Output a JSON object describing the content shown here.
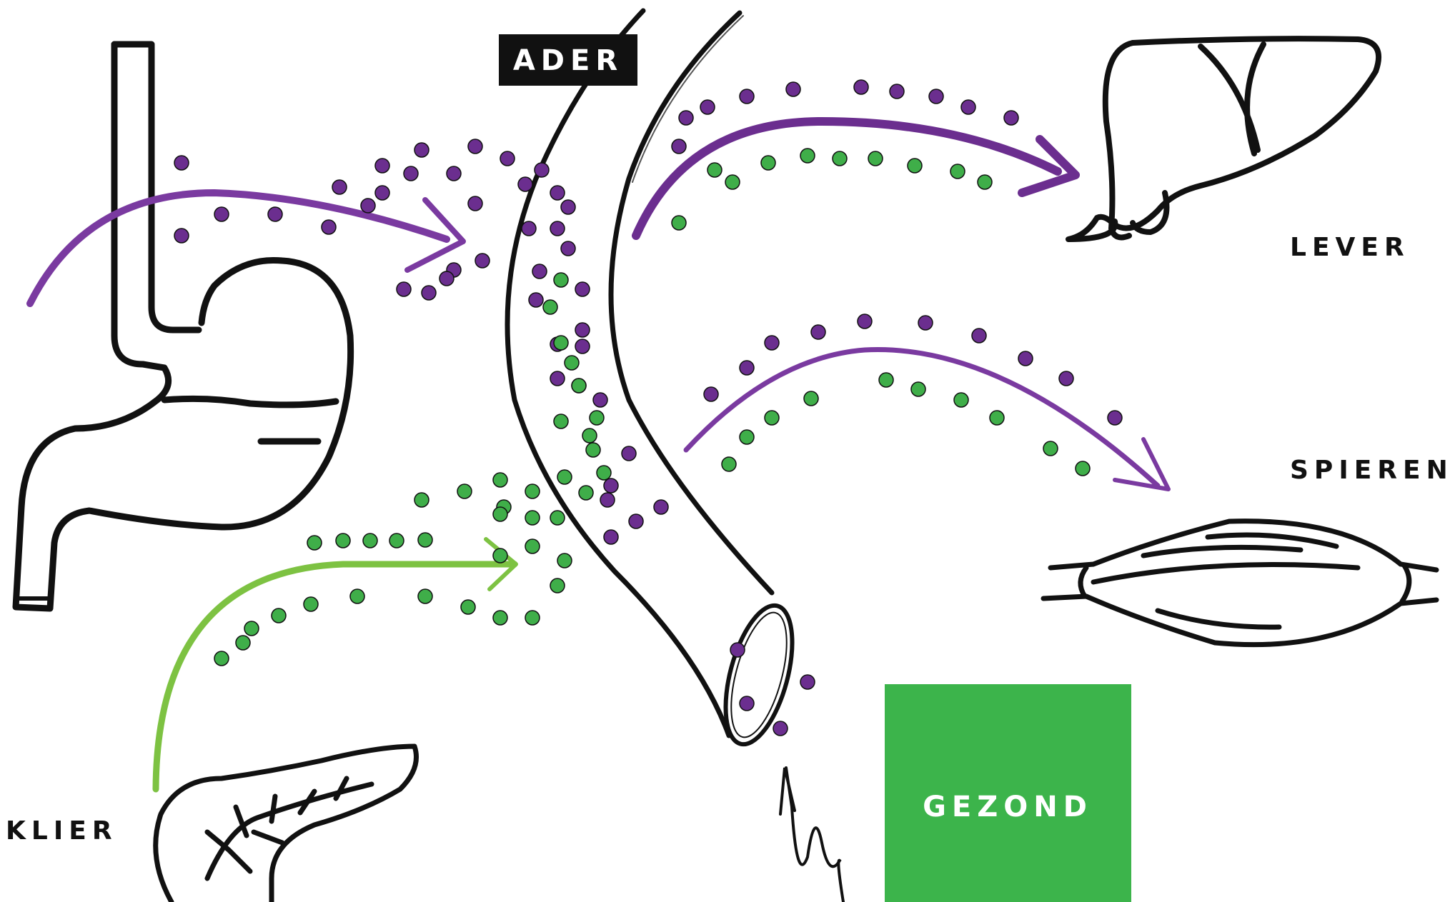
{
  "labels": {
    "vessel": "ADER",
    "liver": "LEVER",
    "muscles": "SPIEREN",
    "gland": "KLIER",
    "status": "GEZOND"
  },
  "colors": {
    "purple": "#6b2e8f",
    "arrow_purple": "#7a3aa0",
    "green": "#3fae49",
    "arrow_green": "#7dc242",
    "ink": "#111111",
    "status_box": "#3cb44b",
    "label_box": "#111111",
    "label_box_text": "#ffffff"
  },
  "icons": [
    "stomach-icon",
    "blood-vessel-icon",
    "liver-icon",
    "muscle-icon",
    "pancreas-icon",
    "squiggle-arrow-icon"
  ]
}
